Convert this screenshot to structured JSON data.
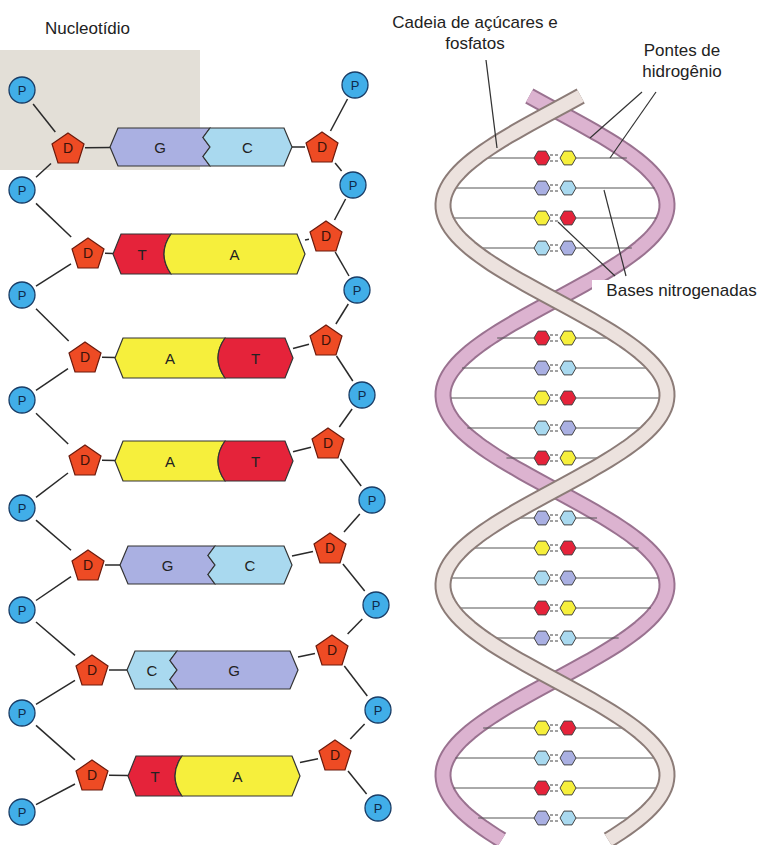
{
  "diagram": {
    "nodes": [
      {
        "text": [
          "Nucleotídio"
        ]
      },
      {
        "text": [
          "P"
        ],
        "in": 0
      },
      {
        "text": [
          "D"
        ],
        "in": 0
      },
      {
        "text": [
          "G"
        ],
        "in": 0
      },
      {
        "text": [
          "C"
        ]
      },
      {
        "text": [
          "D"
        ]
      },
      {
        "text": [
          "P"
        ]
      },
      {
        "text": [
          "P"
        ]
      },
      {
        "text": [
          "D"
        ]
      },
      {
        "text": [
          "T"
        ]
      },
      {
        "text": [
          "A"
        ]
      },
      {
        "text": [
          "D"
        ]
      },
      {
        "text": [
          "P"
        ]
      },
      {
        "text": [
          "P"
        ]
      },
      {
        "text": [
          "D"
        ]
      },
      {
        "text": [
          "A"
        ]
      },
      {
        "text": [
          "T"
        ]
      },
      {
        "text": [
          "D"
        ]
      },
      {
        "text": [
          "P"
        ]
      },
      {
        "text": [
          "P"
        ]
      },
      {
        "text": [
          "D"
        ]
      },
      {
        "text": [
          "A"
        ]
      },
      {
        "text": [
          "T"
        ]
      },
      {
        "text": [
          "D"
        ]
      },
      {
        "text": [
          "P"
        ]
      },
      {
        "text": [
          "P"
        ]
      },
      {
        "text": [
          "D"
        ]
      },
      {
        "text": [
          "G"
        ]
      },
      {
        "text": [
          "C"
        ]
      },
      {
        "text": [
          "D"
        ]
      },
      {
        "text": [
          "P"
        ]
      },
      {
        "text": [
          "P"
        ]
      },
      {
        "text": [
          "D"
        ]
      },
      {
        "text": [
          "C"
        ]
      },
      {
        "text": [
          "G"
        ]
      },
      {
        "text": [
          "D"
        ]
      },
      {
        "text": [
          "P"
        ]
      },
      {
        "text": [
          "P"
        ]
      },
      {
        "text": [
          "D"
        ]
      },
      {
        "text": [
          "T"
        ]
      },
      {
        "text": [
          "A"
        ]
      },
      {
        "text": [
          "D"
        ]
      },
      {
        "text": [
          "P"
        ]
      },
      {
        "text": [
          "P"
        ]
      },
      {
        "text": [
          "P"
        ]
      }
    ],
    "edges": [
      {
        "from": 1,
        "to": 2,
        "arrow": "none"
      },
      {
        "from": 2,
        "to": 7,
        "arrow": "none"
      },
      {
        "from": 7,
        "to": 8,
        "arrow": "none"
      },
      {
        "from": 8,
        "to": 13,
        "arrow": "none"
      },
      {
        "from": 13,
        "to": 14,
        "arrow": "none"
      },
      {
        "from": 14,
        "to": 19,
        "arrow": "none"
      },
      {
        "from": 19,
        "to": 20,
        "arrow": "none"
      },
      {
        "from": 20,
        "to": 25,
        "arrow": "none"
      },
      {
        "from": 25,
        "to": 26,
        "arrow": "none"
      },
      {
        "from": 26,
        "to": 31,
        "arrow": "none"
      },
      {
        "from": 31,
        "to": 32,
        "arrow": "none"
      },
      {
        "from": 32,
        "to": 37,
        "arrow": "none"
      },
      {
        "from": 37,
        "to": 38,
        "arrow": "none"
      },
      {
        "from": 38,
        "to": 43,
        "arrow": "none"
      },
      {
        "from": 6,
        "to": 5,
        "arrow": "none"
      },
      {
        "from": 5,
        "to": 12,
        "arrow": "none"
      },
      {
        "from": 12,
        "to": 11,
        "arrow": "none"
      },
      {
        "from": 11,
        "to": 18,
        "arrow": "none"
      },
      {
        "from": 18,
        "to": 17,
        "arrow": "none"
      },
      {
        "from": 17,
        "to": 24,
        "arrow": "none"
      },
      {
        "from": 24,
        "to": 23,
        "arrow": "none"
      },
      {
        "from": 23,
        "to": 30,
        "arrow": "none"
      },
      {
        "from": 30,
        "to": 29,
        "arrow": "none"
      },
      {
        "from": 29,
        "to": 36,
        "arrow": "none"
      },
      {
        "from": 36,
        "to": 35,
        "arrow": "none"
      },
      {
        "from": 35,
        "to": 42,
        "arrow": "none"
      },
      {
        "from": 42,
        "to": 41,
        "arrow": "none"
      },
      {
        "from": 41,
        "to": 44,
        "arrow": "none"
      },
      {
        "from": 2,
        "to": 3,
        "arrow": "none"
      },
      {
        "from": 4,
        "to": 5,
        "arrow": "none"
      },
      {
        "from": 8,
        "to": 9,
        "arrow": "none"
      },
      {
        "from": 10,
        "to": 11,
        "arrow": "none"
      },
      {
        "from": 14,
        "to": 15,
        "arrow": "none"
      },
      {
        "from": 16,
        "to": 17,
        "arrow": "none"
      },
      {
        "from": 20,
        "to": 21,
        "arrow": "none"
      },
      {
        "from": 22,
        "to": 23,
        "arrow": "none"
      },
      {
        "from": 26,
        "to": 27,
        "arrow": "none"
      },
      {
        "from": 28,
        "to": 29,
        "arrow": "none"
      },
      {
        "from": 32,
        "to": 33,
        "arrow": "none"
      },
      {
        "from": 34,
        "to": 35,
        "arrow": "none"
      },
      {
        "from": 38,
        "to": 39,
        "arrow": "none"
      },
      {
        "from": 40,
        "to": 41,
        "arrow": "none"
      }
    ],
    "labels": [
      "Cadeia de açúcares e fosfatos",
      "Pontes de hidrogênio",
      "Bases nitrogenadas"
    ]
  }
}
